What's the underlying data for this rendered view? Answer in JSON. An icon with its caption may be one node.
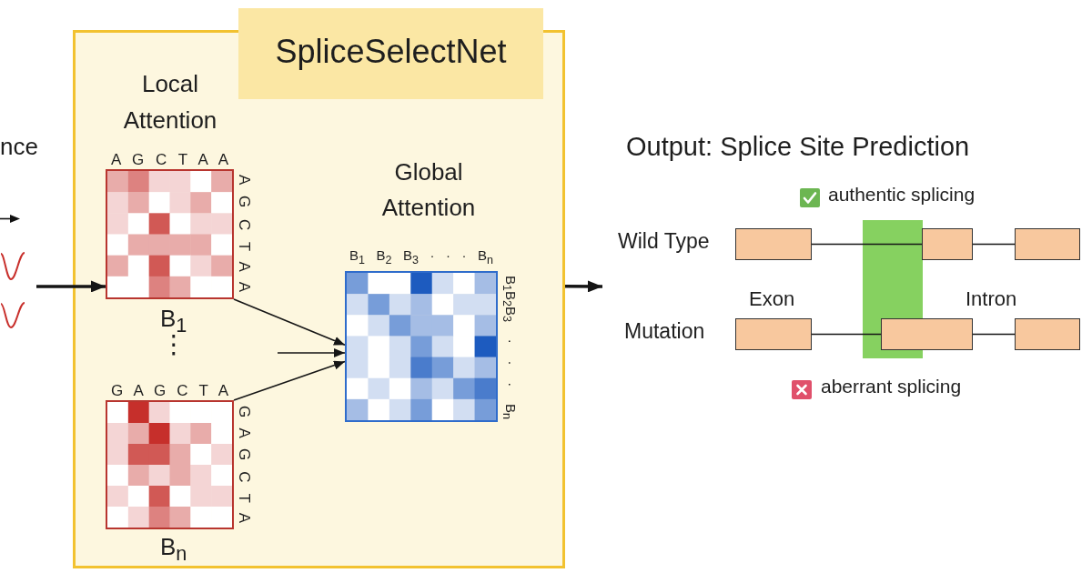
{
  "diagram": {
    "nodes": [
      {
        "text": [
          "SpliceSelectNet"
        ]
      },
      {
        "text": [],
        "shape": "box",
        "in": 0,
        "beside": [
          "A G C T A A",
          "A G C T A A",
          "B$_{1}$"
        ]
      },
      {
        "text": [],
        "shape": "box",
        "in": 0,
        "beside": [
          "G A G C T A",
          "G A G C T A",
          "B$_{n}$"
        ]
      },
      {
        "text": [],
        "shape": "box",
        "in": 0,
        "beside": [
          "Global Attention",
          "B$_{1}$ B$_{2}$ B$_{3}$ · · · B$_{n}$",
          "B$_{1}$B$_{2}$B$_{3}$ · · · B$_{n}$"
        ]
      },
      {
        "text": [],
        "shape": "box"
      },
      {
        "text": [],
        "shape": "box"
      },
      {
        "text": [],
        "shape": "box"
      },
      {
        "text": [],
        "shape": "box"
      },
      {
        "text": [],
        "shape": "box"
      },
      {
        "text": [],
        "shape": "box"
      }
    ],
    "edges": [
      {
        "from": null,
        "to": 1,
        "arrow": "to",
        "style": "thick"
      },
      {
        "from": 1,
        "to": 3,
        "arrow": "to"
      },
      {
        "from": null,
        "to": 3,
        "arrow": "to"
      },
      {
        "from": 2,
        "to": 3,
        "arrow": "to"
      },
      {
        "from": 0,
        "to": null,
        "arrow": "to",
        "style": "thick"
      },
      {
        "from": 4,
        "to": 5,
        "arrow": "none"
      },
      {
        "from": 5,
        "to": 6,
        "arrow": "none"
      },
      {
        "from": 7,
        "to": 8,
        "arrow": "none"
      },
      {
        "from": 8,
        "to": 9,
        "arrow": "none"
      }
    ],
    "labels": [
      "nce",
      "Local Attention",
      "⋮",
      "Output: Splice Site Prediction",
      "authentic splicing",
      "Wild Type",
      "Exon",
      "Intron",
      "Mutation",
      "aberrant splicing"
    ]
  }
}
